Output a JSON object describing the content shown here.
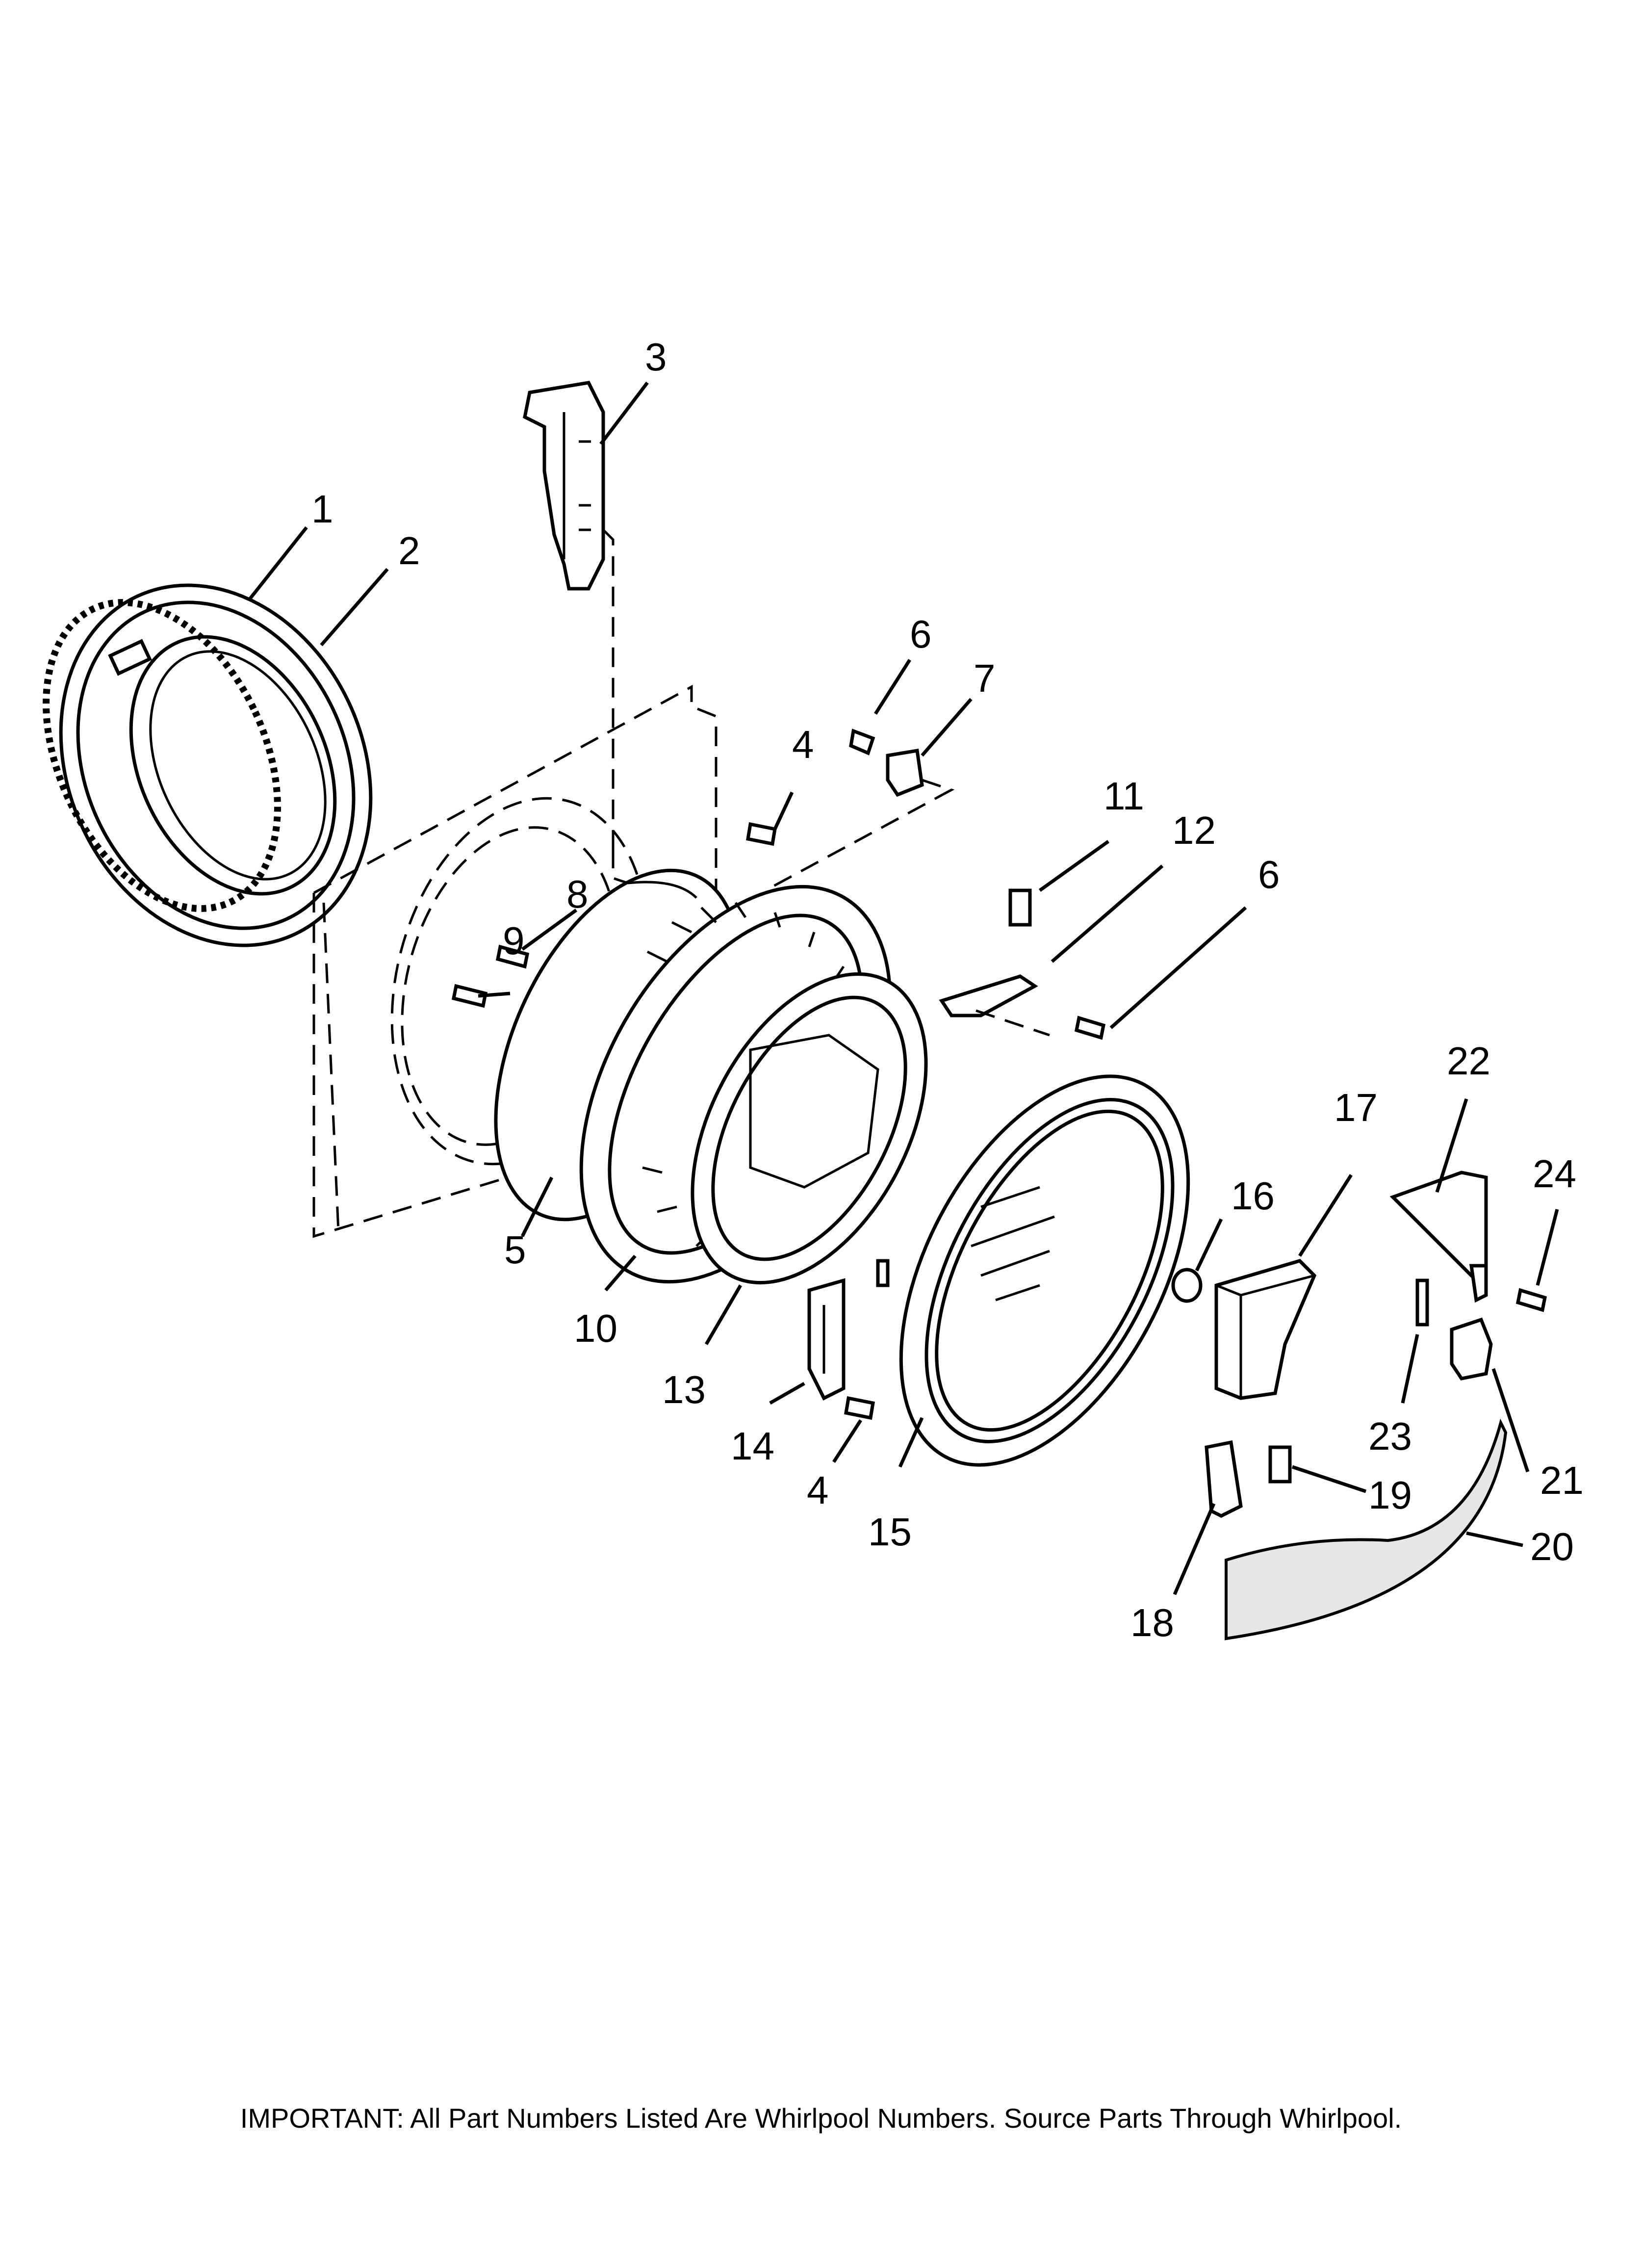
{
  "diagram": {
    "callouts": [
      "1",
      "2",
      "3",
      "4",
      "5",
      "6",
      "7",
      "8",
      "9",
      "10",
      "11",
      "12",
      "13",
      "14",
      "15",
      "16",
      "17",
      "18",
      "19",
      "20",
      "21",
      "22",
      "23",
      "24",
      "4",
      "6"
    ]
  },
  "footer": {
    "note": "IMPORTANT: All Part Numbers Listed Are Whirlpool Numbers. Source Parts Through Whirlpool."
  }
}
